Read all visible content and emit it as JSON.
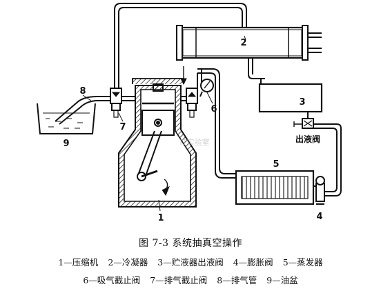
{
  "figure": {
    "caption": "图 7-3   系统抽真空操作",
    "callouts": {
      "compressor": "1",
      "condenser": "2",
      "receiver": "3",
      "expansion_valve": "4",
      "evaporator": "5",
      "suction_valve": "6",
      "discharge_valve": "7",
      "exhaust_pipe": "8",
      "oil_pan": "9",
      "outlet_valve": "出液阀"
    },
    "legend_row1": [
      "1—压缩机",
      "2—冷凝器",
      "3—贮液器出液阀",
      "4—膨胀阀",
      "5—蒸发器"
    ],
    "legend_row2": [
      "6—吸气截止阀",
      "7—排气截止阀",
      "8—排气管",
      "9—油盆"
    ],
    "watermark": "IT实验室"
  },
  "colors": {
    "ink": "#111111",
    "hatch": "#333333",
    "background": "#ffffff"
  }
}
